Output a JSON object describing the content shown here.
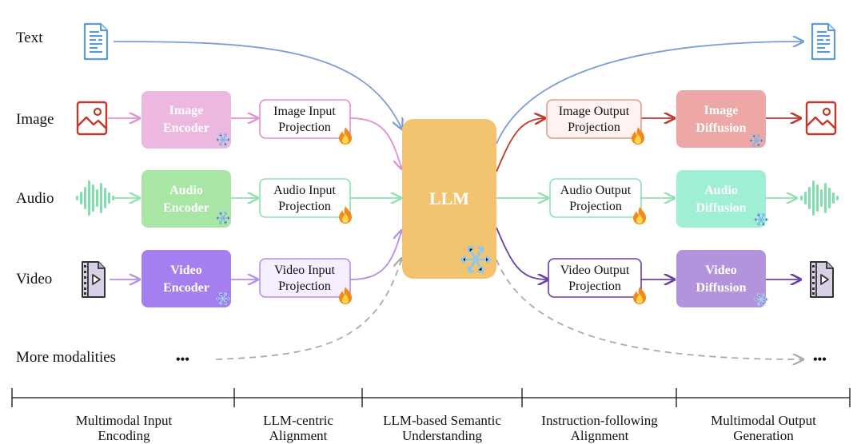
{
  "inputs": {
    "text": "Text",
    "image": "Image",
    "audio": "Audio",
    "video": "Video",
    "more": "More modalities",
    "ellipsis": "•••"
  },
  "encoders": {
    "image": [
      "Image",
      "Encoder"
    ],
    "audio": [
      "Audio",
      "Encoder"
    ],
    "video": [
      "Video",
      "Encoder"
    ]
  },
  "input_projections": {
    "image": [
      "Image Input",
      "Projection"
    ],
    "audio": [
      "Audio Input",
      "Projection"
    ],
    "video": [
      "Video Input",
      "Projection"
    ]
  },
  "llm": {
    "label": "LLM"
  },
  "output_projections": {
    "image": [
      "Image Output",
      "Projection"
    ],
    "audio": [
      "Audio Output",
      "Projection"
    ],
    "video": [
      "Video Output",
      "Projection"
    ]
  },
  "diffusions": {
    "image": [
      "Image",
      "Diffusion"
    ],
    "audio": [
      "Audio",
      "Diffusion"
    ],
    "video": [
      "Video",
      "Diffusion"
    ]
  },
  "output_more": "•••",
  "stages": [
    [
      "Multimodal Input",
      "Encoding"
    ],
    [
      "LLM-centric",
      "Alignment"
    ],
    [
      "LLM-based Semantic",
      "Understanding"
    ],
    [
      "Instruction-following",
      "Alignment"
    ],
    [
      "Multimodal Output",
      "Generation"
    ]
  ],
  "colors": {
    "text_blue": "#5b9bd5",
    "image_red": "#c0392b",
    "image_pink": "#e99bd8",
    "audio_green": "#7fe0ad",
    "video_purple": "#8e5bd8",
    "llm_orange": "#f2c46f",
    "gray": "#aaaaaa"
  },
  "icons": [
    "document-icon",
    "image-icon",
    "waveform-icon",
    "video-file-icon",
    "snowflake-icon",
    "flame-icon"
  ]
}
